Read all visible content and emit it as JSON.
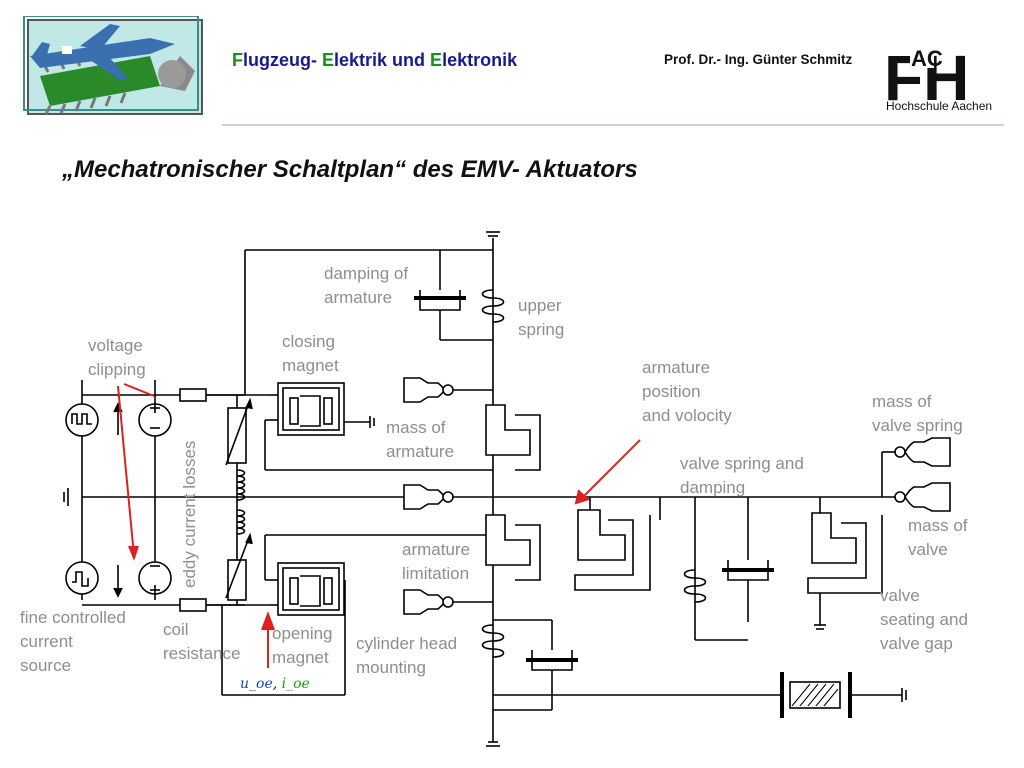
{
  "header": {
    "course_title_parts": [
      {
        "text": "F",
        "accent": "green"
      },
      {
        "text": "lugzeug- ",
        "accent": "blue"
      },
      {
        "text": "E",
        "accent": "green"
      },
      {
        "text": "lektrik und ",
        "accent": "blue"
      },
      {
        "text": "E",
        "accent": "green"
      },
      {
        "text": "lektronik",
        "accent": "blue"
      }
    ],
    "professor": "Prof. Dr.- Ing. Günter Schmitz",
    "logo_text": "FH",
    "logo_ac": "AC",
    "logo_subtitle": "Hochschule Aachen"
  },
  "slide_title": "„Mechatronischer Schaltplan“ des EMV- Aktuators",
  "labels": {
    "damping_of_armature": "damping of\narmature",
    "upper_spring": "upper\nspring",
    "closing_magnet": "closing\nmagnet",
    "voltage_clipping": "voltage\nclipping",
    "armature_position": "armature\nposition\nand volocity",
    "mass_of_valve_spring": "mass of\nvalve spring",
    "mass_of_armature": "mass of\narmature",
    "valve_spring_damping": "valve spring and\ndamping",
    "eddy_current_losses": "eddy current losses",
    "mass_of_valve": "mass of\nvalve",
    "armature_limitation": "armature\nlimitation",
    "valve_seating": "valve\nseating and\nvalve gap",
    "fine_controlled": "fine controlled\ncurrent\nsource",
    "coil_resistance": "coil\nresistance",
    "opening_magnet": "opening\nmagnet",
    "cylinder_head": "cylinder head\nmounting",
    "uoe_part1": "u_oe",
    "uoe_sep": ", ",
    "uoe_part2": "i_oe"
  },
  "colors": {
    "title_blue": "#1a1a8c",
    "title_green": "#1e8c1e",
    "label_gray": "#8e8e8e",
    "arrow_red": "#e02020",
    "wire": "#000000"
  }
}
